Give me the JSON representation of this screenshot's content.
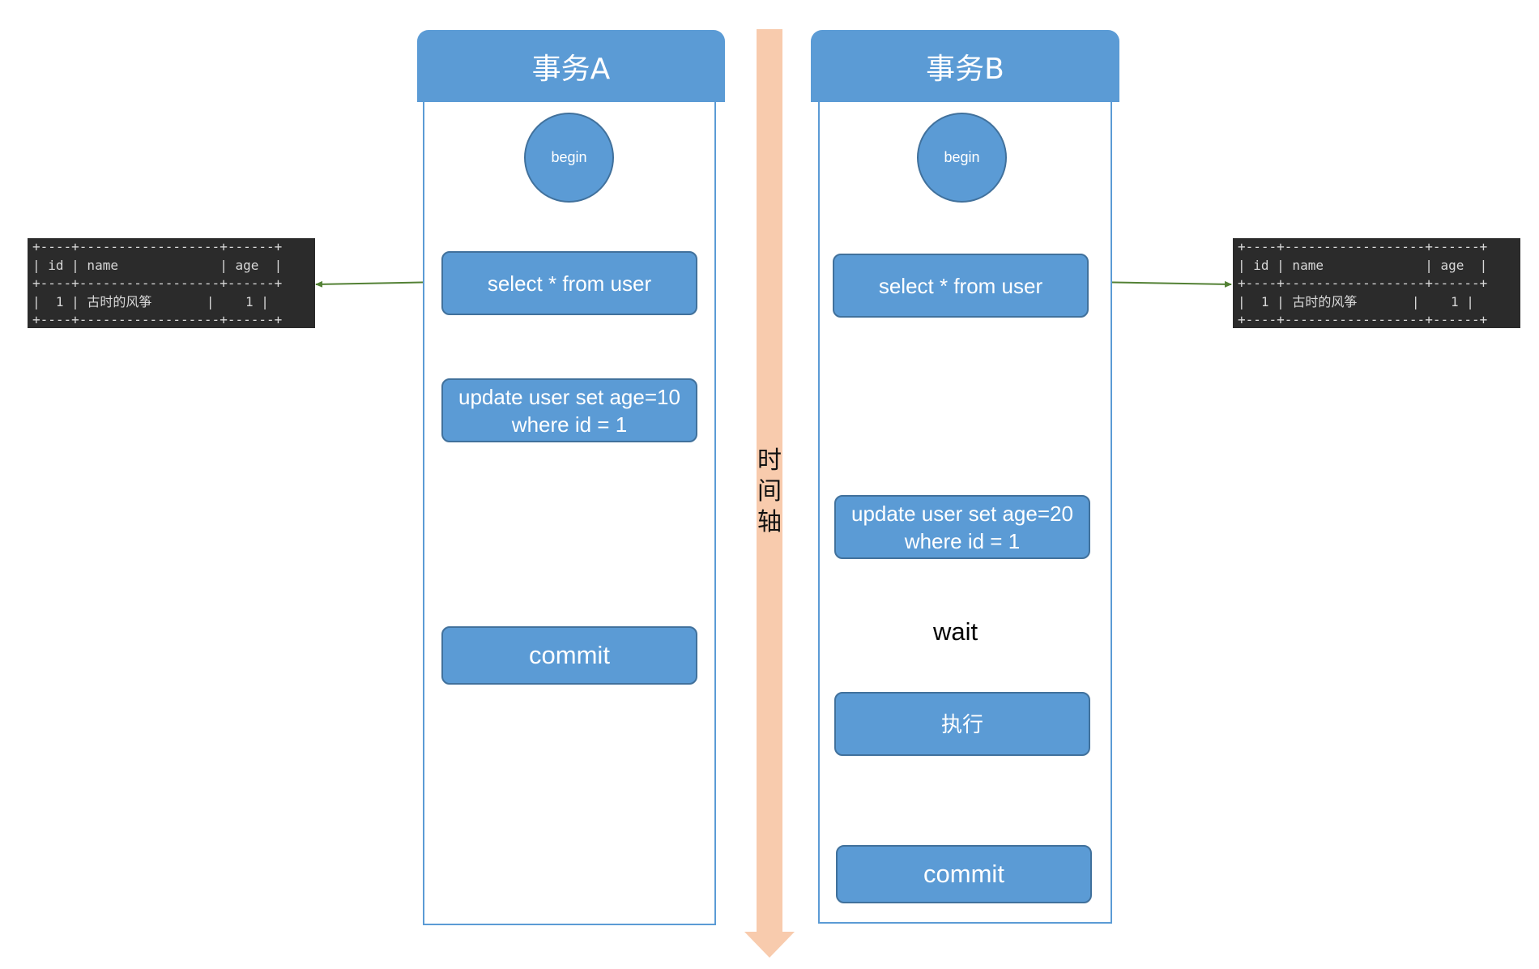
{
  "lanes": [
    {
      "header": "事务A",
      "begin": "begin",
      "steps": [
        "select * from user",
        "update user set age=10\nwhere id = 1",
        "commit"
      ]
    },
    {
      "header": "事务B",
      "begin": "begin",
      "steps": [
        "select * from user",
        "update user set age=20\nwhere id = 1",
        "执行",
        "commit"
      ],
      "wait_label": "wait"
    }
  ],
  "timeline": {
    "label": "时\n间\n轴",
    "color": "#f8cbad"
  },
  "query_result": {
    "border": "+----+------------------+------+",
    "header": "| id | name             | age  |",
    "row": "|  1 | 古时的风筝       |    1 |"
  },
  "colors": {
    "node_fill": "#5b9bd5",
    "node_border": "#41719c",
    "arrow": "#5b9bd5",
    "result_arrow": "#538135",
    "console_bg": "#2b2b2b"
  }
}
